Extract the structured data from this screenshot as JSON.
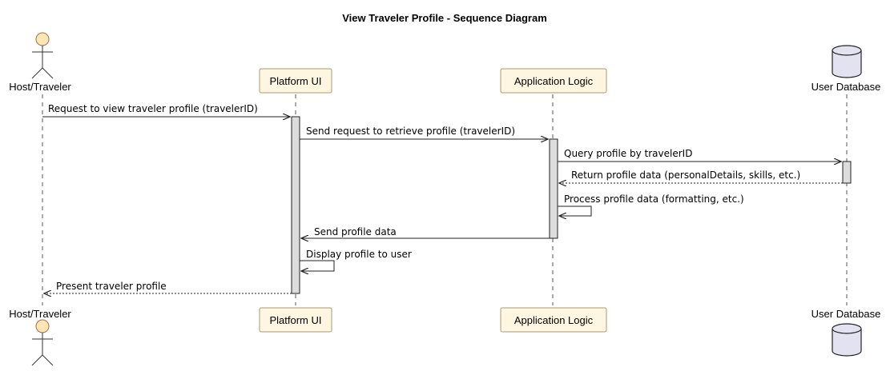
{
  "diagram": {
    "title": "View Traveler Profile - Sequence Diagram",
    "participants": [
      {
        "id": "host",
        "label": "Host/Traveler",
        "kind": "actor"
      },
      {
        "id": "ui",
        "label": "Platform UI",
        "kind": "participant"
      },
      {
        "id": "logic",
        "label": "Application Logic",
        "kind": "participant"
      },
      {
        "id": "db",
        "label": "User Database",
        "kind": "database"
      }
    ],
    "messages": [
      {
        "label": "Request to view traveler profile (travelerID)",
        "from": "host",
        "to": "ui",
        "style": "solid"
      },
      {
        "label": "Send request to retrieve profile (travelerID)",
        "from": "ui",
        "to": "logic",
        "style": "solid"
      },
      {
        "label": "Query profile by travelerID",
        "from": "logic",
        "to": "db",
        "style": "solid"
      },
      {
        "label": "Return profile data (personalDetails, skills, etc.)",
        "from": "db",
        "to": "logic",
        "style": "dashed"
      },
      {
        "label": "Process profile data (formatting, etc.)",
        "from": "logic",
        "to": "logic",
        "style": "self"
      },
      {
        "label": "Send profile data",
        "from": "logic",
        "to": "ui",
        "style": "solid"
      },
      {
        "label": "Display profile to user",
        "from": "ui",
        "to": "ui",
        "style": "self"
      },
      {
        "label": "Present traveler profile",
        "from": "ui",
        "to": "host",
        "style": "dashed"
      }
    ]
  }
}
